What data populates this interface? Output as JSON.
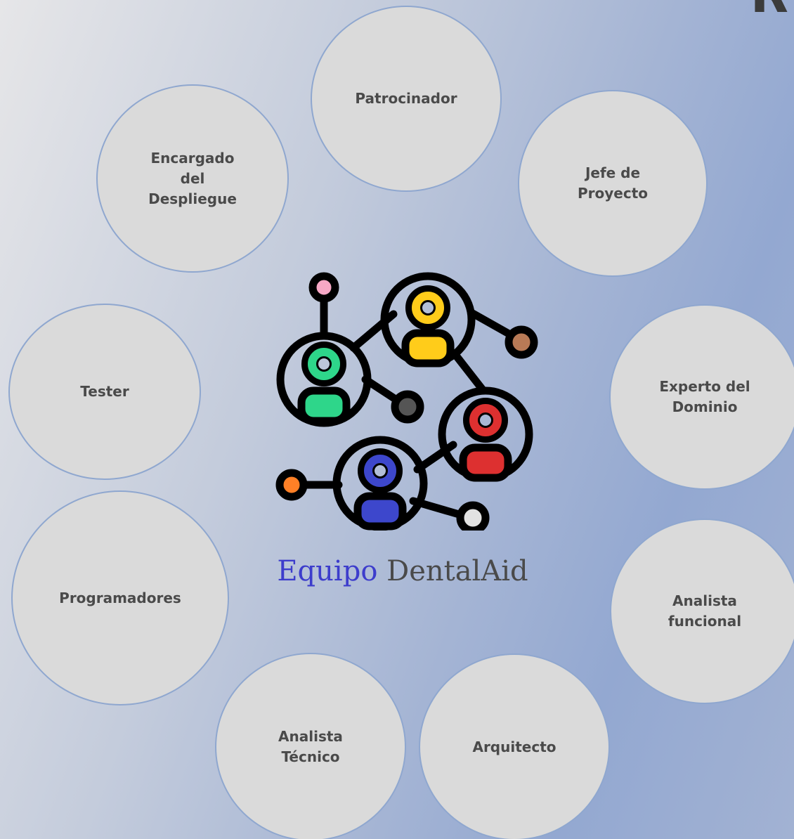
{
  "title": {
    "word1": "Equipo",
    "word2": "DentalAid"
  },
  "corner_glyph": "R",
  "roles": [
    {
      "id": "patrocinador",
      "label": "Patrocinador"
    },
    {
      "id": "jefe-de-proyecto",
      "label": "Jefe de\nProyecto"
    },
    {
      "id": "experto-del-dominio",
      "label": "Experto del\nDominio"
    },
    {
      "id": "analista-funcional",
      "label": "Analista\nfuncional"
    },
    {
      "id": "arquitecto",
      "label": "Arquitecto"
    },
    {
      "id": "analista-tecnico",
      "label": "Analista\nTécnico"
    },
    {
      "id": "programadores",
      "label": "Programadores"
    },
    {
      "id": "tester",
      "label": "Tester"
    },
    {
      "id": "encargado-del-despliegue",
      "label": "Encargado\ndel\nDespliegue"
    }
  ],
  "colors": {
    "circle_fill": "#dadada",
    "circle_border": "#8fa7cf",
    "label_text": "#4a4a4a",
    "title_word1": "#3d3dcc",
    "title_word2": "#4a4a4a",
    "node_yellow": "#ffcc1a",
    "node_green": "#2ed68a",
    "node_red": "#dd3030",
    "node_blue": "#3d47cc",
    "dot_pink": "#f7a8c5",
    "dot_brown": "#b87a56",
    "dot_gray": "#555555",
    "dot_orange": "#ff8026",
    "dot_white": "#e2e2e2"
  },
  "logo_icon": "network-people-icon"
}
